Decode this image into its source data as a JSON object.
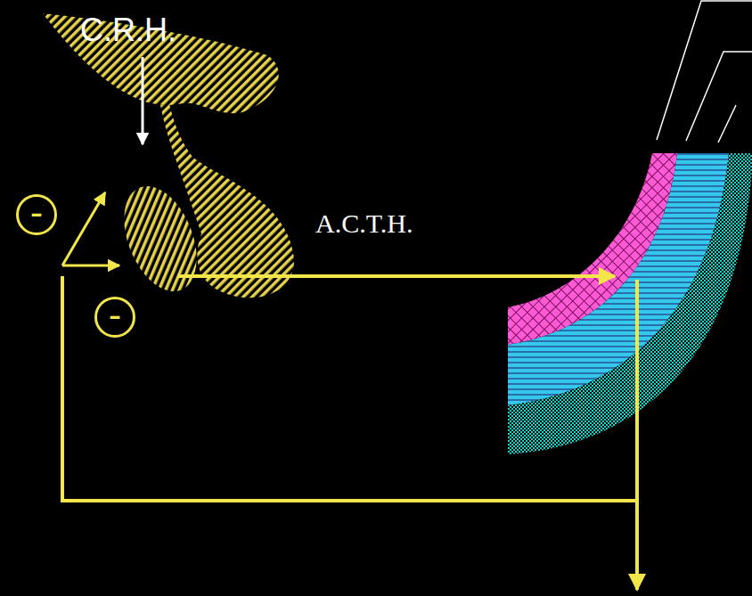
{
  "diagram": {
    "nodes": [
      {
        "text": [
          "-"
        ]
      },
      {
        "text": [
          "-"
        ]
      }
    ],
    "labels": [
      "C.R.H.",
      "A.C.T.H."
    ]
  }
}
